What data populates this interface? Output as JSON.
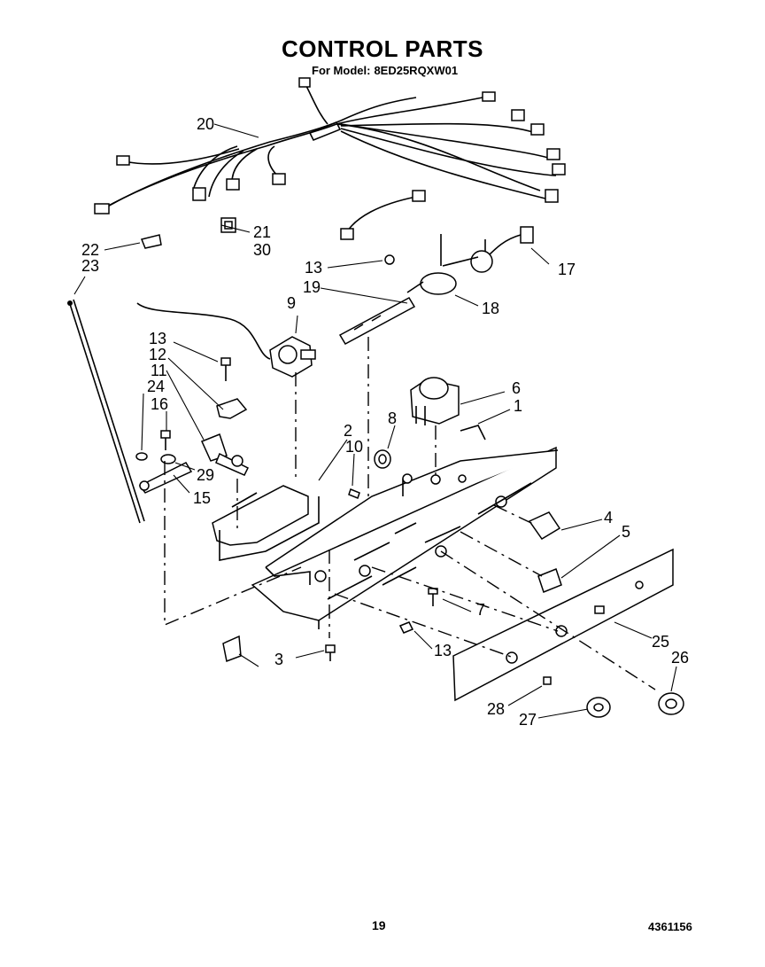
{
  "header": {
    "title": "CONTROL PARTS",
    "model_prefix": "For Model:",
    "model_number": "8ED25RQXW01"
  },
  "callouts": {
    "c1": "1",
    "c2": "2",
    "c3": "3",
    "c4": "4",
    "c5": "5",
    "c6": "6",
    "c7": "7",
    "c8": "8",
    "c9": "9",
    "c10": "10",
    "c11": "11",
    "c12": "12",
    "c13a": "13",
    "c13b": "13",
    "c13c": "13",
    "c15": "15",
    "c16": "16",
    "c17": "17",
    "c18": "18",
    "c19": "19",
    "c20": "20",
    "c21": "21",
    "c22": "22",
    "c23": "23",
    "c24": "24",
    "c25": "25",
    "c26": "26",
    "c27": "27",
    "c28": "28",
    "c29": "29",
    "c30": "30"
  },
  "footer": {
    "page_number": "19",
    "document_number": "4361156"
  }
}
